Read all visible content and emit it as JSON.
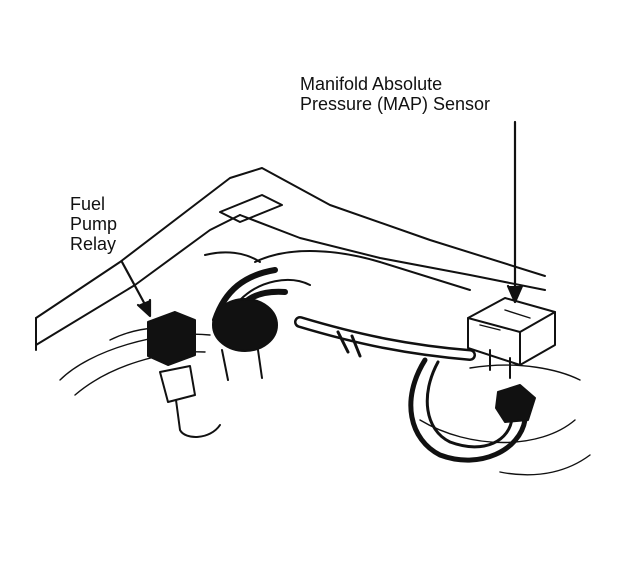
{
  "labels": {
    "map_sensor": {
      "line1": "Manifold Absolute",
      "line2": "Pressure (MAP) Sensor"
    },
    "fuel_pump_relay": {
      "line1": "Fuel",
      "line2": "Pump",
      "line3": "Relay"
    }
  },
  "colors": {
    "ink": "#111111",
    "paper": "#ffffff"
  }
}
